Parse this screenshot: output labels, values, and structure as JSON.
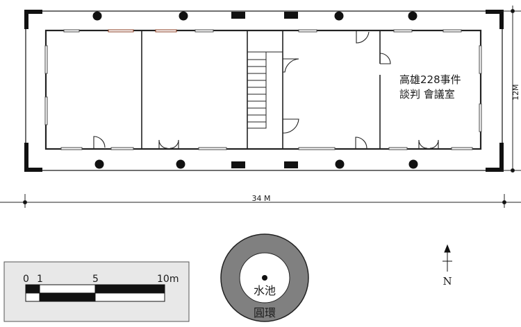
{
  "room_label": {
    "line1": "高雄228事件",
    "line2": "談判 會議室"
  },
  "dimensions": {
    "width": "34 M",
    "depth": "12M"
  },
  "scale_bar": {
    "tick0": "0",
    "tick1": "1",
    "tick5": "5",
    "tick10": "10m"
  },
  "pond": {
    "inner": "水池",
    "ring": "圓環"
  },
  "north_arrow": {
    "label": "N"
  }
}
